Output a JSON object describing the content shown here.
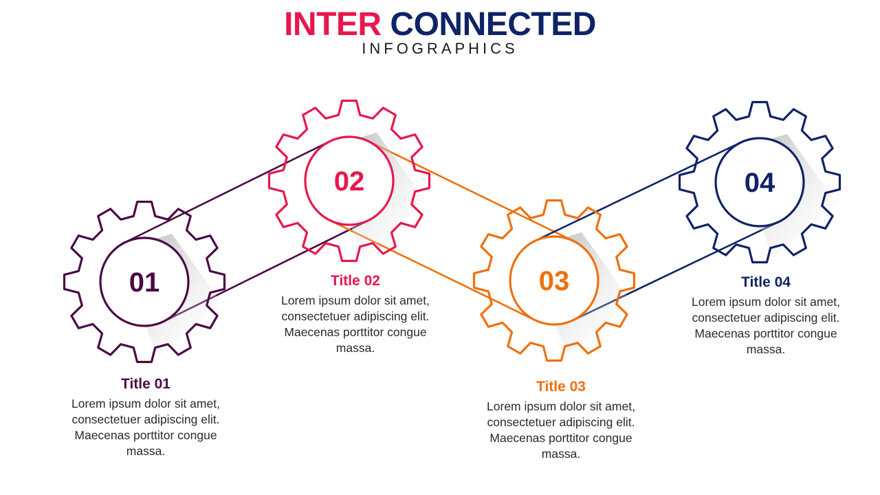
{
  "header": {
    "title_part1": "INTER",
    "title_part2": "CONNECTED",
    "subtitle": "INFOGRAPHICS"
  },
  "colors": {
    "title_part1": "#e8174d",
    "title_part2": "#0f2366"
  },
  "steps": [
    {
      "number": "01",
      "title": "Title 01",
      "text_lines": [
        "Lorem ipsum dolor sit amet,",
        "consectetuer adipiscing elit.",
        "Maecenas porttitor congue",
        "massa."
      ],
      "color": "#4a0a45"
    },
    {
      "number": "02",
      "title": "Title 02",
      "text_lines": [
        "Lorem ipsum dolor sit amet,",
        "consectetuer adipiscing elit.",
        "Maecenas porttitor congue",
        "massa."
      ],
      "color": "#e8174d"
    },
    {
      "number": "03",
      "title": "Title 03",
      "text_lines": [
        "Lorem ipsum dolor sit amet,",
        "consectetuer adipiscing elit.",
        "Maecenas porttitor congue",
        "massa."
      ],
      "color": "#f0700c"
    },
    {
      "number": "04",
      "title": "Title 04",
      "text_lines": [
        "Lorem ipsum dolor sit amet,",
        "consectetuer adipiscing elit.",
        "Maecenas porttitor congue",
        "massa."
      ],
      "color": "#0f2366"
    }
  ]
}
